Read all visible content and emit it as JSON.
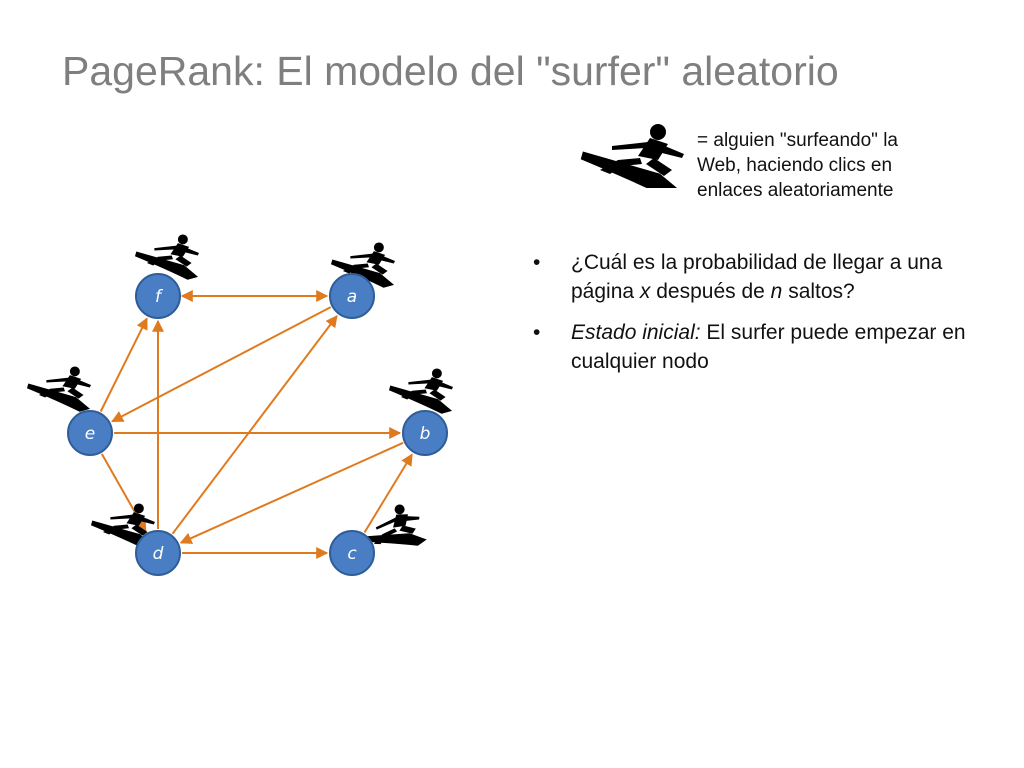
{
  "title": "PageRank: El modelo del \"surfer\" aleatorio",
  "legend": {
    "icon": "surfer-icon",
    "line1": "= alguien \"surfeando\" la",
    "line2": "Web, haciendo clics en",
    "line3": "enlaces aleatoriamente"
  },
  "bullets": [
    {
      "parts": [
        "¿Cuál es la probabilidad de llegar a una página ",
        "x",
        " después de ",
        "n",
        " saltos?"
      ]
    },
    {
      "parts": [
        "Estado inicial:",
        " El surfer puede empezar en cualquier nodo"
      ]
    }
  ],
  "graph": {
    "nodes": [
      {
        "id": "f",
        "label": "f"
      },
      {
        "id": "a",
        "label": "a"
      },
      {
        "id": "e",
        "label": "e"
      },
      {
        "id": "b",
        "label": "b"
      },
      {
        "id": "d",
        "label": "d"
      },
      {
        "id": "c",
        "label": "c"
      }
    ],
    "edges": [
      {
        "from": "f",
        "to": "a",
        "bidirectional": true
      },
      {
        "from": "a",
        "to": "e"
      },
      {
        "from": "e",
        "to": "f"
      },
      {
        "from": "d",
        "to": "f"
      },
      {
        "from": "d",
        "to": "a"
      },
      {
        "from": "e",
        "to": "b"
      },
      {
        "from": "e",
        "to": "d"
      },
      {
        "from": "b",
        "to": "d"
      },
      {
        "from": "d",
        "to": "c"
      },
      {
        "from": "c",
        "to": "b"
      }
    ],
    "colors": {
      "node_fill": "#4a7ec4",
      "node_stroke": "#2f5d98",
      "edge": "#e07a1f",
      "surfer": "#000000"
    }
  }
}
